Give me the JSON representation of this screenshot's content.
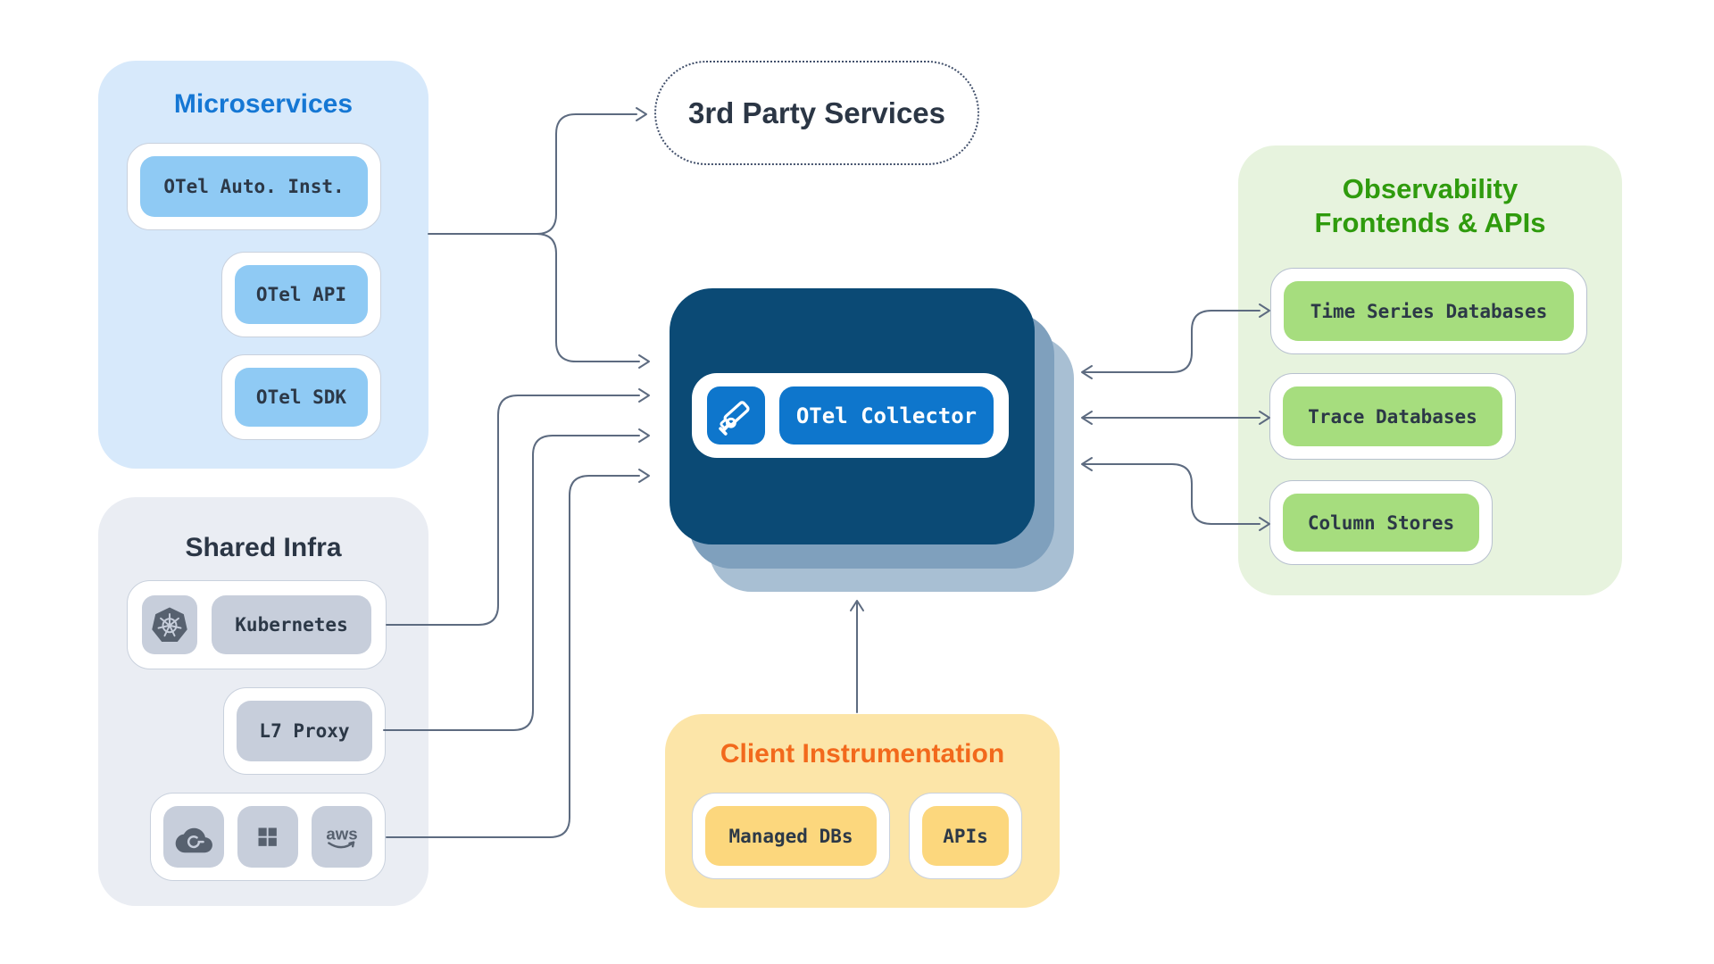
{
  "diagram": {
    "microservices": {
      "title": "Microservices",
      "items": [
        "OTel Auto. Inst.",
        "OTel API",
        "OTel SDK"
      ]
    },
    "shared_infra": {
      "title": "Shared Infra",
      "kubernetes_label": "Kubernetes",
      "l7_proxy_label": "L7 Proxy",
      "cloud_provider_icons": [
        "google-cloud-icon",
        "microsoft-icon",
        "aws-icon"
      ],
      "aws_logo_text": "aws"
    },
    "third_party": {
      "title": "3rd Party Services"
    },
    "collector": {
      "label": "OTel Collector",
      "icon": "telescope-icon"
    },
    "observability": {
      "title_line1": "Observability",
      "title_line2": "Frontends & APIs",
      "items": [
        "Time Series Databases",
        "Trace Databases",
        "Column Stores"
      ]
    },
    "client_instrumentation": {
      "title": "Client Instrumentation",
      "items": [
        "Managed DBs",
        "APIs"
      ]
    }
  },
  "colors": {
    "microservices_title": "#1577d4",
    "microservices_panel_bg": "#d7e9fb",
    "otel_pill_bg": "#8fcaf4",
    "shared_infra_panel_bg": "#eaedf3",
    "infra_pill_bg": "#c7cedb",
    "collector_navy": "#0b4a75",
    "collector_blue": "#0e76cc",
    "collector_shadow1": "#7fa0bd",
    "collector_shadow2": "#a8bfd3",
    "observability_title": "#2f9b0d",
    "observability_panel_bg": "#e7f3de",
    "observability_pill_bg": "#a6dd7e",
    "client_title": "#f2691c",
    "client_panel_bg": "#fce5a8",
    "client_pill_bg": "#fcd77d",
    "connector_line": "#5d6b80",
    "dark_text": "#2c3847"
  }
}
